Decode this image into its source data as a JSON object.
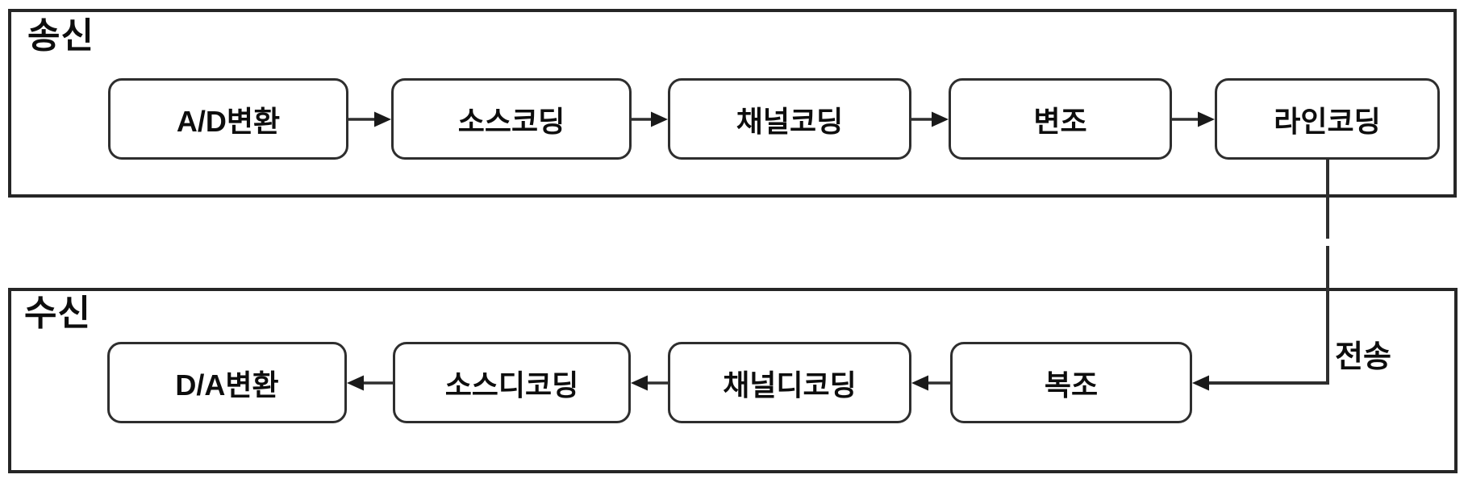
{
  "sender": {
    "group_label": "송신",
    "boxes": [
      "A/D변환",
      "소스코딩",
      "채널코딩",
      "변조",
      "라인코딩"
    ]
  },
  "receiver": {
    "group_label": "수신",
    "boxes": [
      "D/A변환",
      "소스디코딩",
      "채널디코딩",
      "복조"
    ]
  },
  "connector_label": "전송",
  "colors": {
    "stroke": "#2e2e2e",
    "text": "#0d0d0d",
    "background": "#ffffff"
  }
}
